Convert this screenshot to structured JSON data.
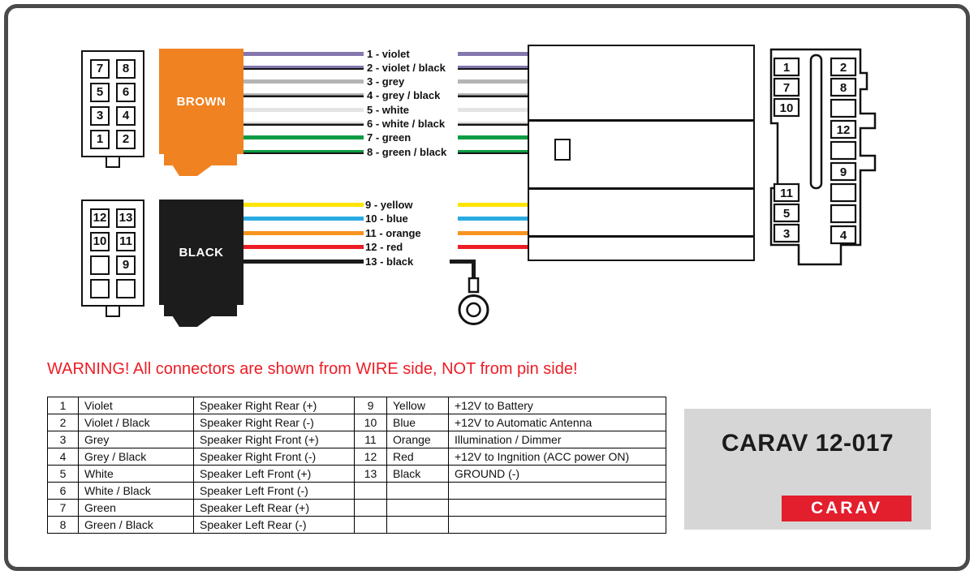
{
  "warning": {
    "text": "WARNING! All connectors are shown from WIRE side, NOT from pin side!",
    "color": "#ed1c24"
  },
  "product": {
    "model": "CARAV 12-017",
    "logo_text": "CARAV",
    "logo_bg": "#e31e2d",
    "panel_bg": "#d6d6d6"
  },
  "blocks": {
    "brown": {
      "label": "BROWN",
      "color": "#f08221"
    },
    "black": {
      "label": "BLACK",
      "color": "#1c1c1c"
    }
  },
  "connectors": {
    "top_left_pins": [
      "7",
      "8",
      "5",
      "6",
      "3",
      "4",
      "1",
      "2"
    ],
    "bottom_left_pins": [
      "12",
      "13",
      "10",
      "11",
      "",
      "9",
      "",
      ""
    ],
    "right_left_column": [
      "1",
      "7",
      "10",
      "11",
      "5",
      "3"
    ],
    "right_right_column": [
      "2",
      "8",
      "",
      "12",
      "",
      "9",
      "",
      "",
      "4"
    ]
  },
  "wires_top": [
    {
      "label": "1 - violet",
      "color": "#8477ad",
      "stripe": false
    },
    {
      "label": "2 - violet / black",
      "color": "#8477ad",
      "stripe": true
    },
    {
      "label": "3 - grey",
      "color": "#b5b5b5",
      "stripe": false
    },
    {
      "label": "4 - grey / black",
      "color": "#b5b5b5",
      "stripe": true
    },
    {
      "label": "5 - white",
      "color": "#e4e4e4",
      "stripe": false
    },
    {
      "label": "6 - white / black",
      "color": "#e4e4e4",
      "stripe": true
    },
    {
      "label": "7 - green",
      "color": "#0f9b44",
      "stripe": false
    },
    {
      "label": "8 - green / black",
      "color": "#0f9b44",
      "stripe": true
    }
  ],
  "wires_bottom": [
    {
      "label": "9 - yellow",
      "color": "#ffe400",
      "stripe": false
    },
    {
      "label": "10 - blue",
      "color": "#29abe2",
      "stripe": false
    },
    {
      "label": "11 - orange",
      "color": "#f7941e",
      "stripe": false
    },
    {
      "label": "12 - red",
      "color": "#ed1c24",
      "stripe": false
    },
    {
      "label": "13 - black",
      "color": "#1a1a1a",
      "stripe": false
    }
  ],
  "table_rows": [
    {
      "n1": "1",
      "c1": "Violet",
      "f1": "Speaker Right Rear (+)",
      "n2": "9",
      "c2": "Yellow",
      "f2": "+12V to Battery"
    },
    {
      "n1": "2",
      "c1": "Violet / Black",
      "f1": "Speaker Right Rear (-)",
      "n2": "10",
      "c2": "Blue",
      "f2": "+12V to Automatic Antenna"
    },
    {
      "n1": "3",
      "c1": "Grey",
      "f1": "Speaker Right Front (+)",
      "n2": "11",
      "c2": "Orange",
      "f2": "Illumination / Dimmer"
    },
    {
      "n1": "4",
      "c1": "Grey / Black",
      "f1": "Speaker Right Front (-)",
      "n2": "12",
      "c2": "Red",
      "f2": "+12V to Ingnition (ACC power ON)"
    },
    {
      "n1": "5",
      "c1": "White",
      "f1": "Speaker Left Front (+)",
      "n2": "13",
      "c2": "Black",
      "f2": "GROUND (-)"
    },
    {
      "n1": "6",
      "c1": "White / Black",
      "f1": "Speaker Left Front (-)",
      "n2": "",
      "c2": "",
      "f2": ""
    },
    {
      "n1": "7",
      "c1": "Green",
      "f1": "Speaker Left Rear (+)",
      "n2": "",
      "c2": "",
      "f2": ""
    },
    {
      "n1": "8",
      "c1": "Green / Black",
      "f1": "Speaker Left Rear (-)",
      "n2": "",
      "c2": "",
      "f2": ""
    }
  ]
}
